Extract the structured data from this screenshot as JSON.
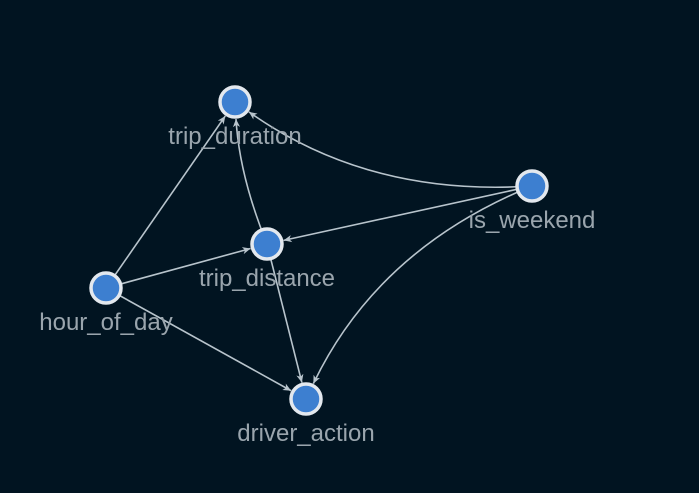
{
  "graph": {
    "background_color": "#011421",
    "node_color": "#3d7fd0",
    "node_ring_color": "#e3e8ee",
    "edge_color": "#b8c4cc",
    "label_color": "#9aa5ad",
    "nodes": [
      {
        "id": "trip_duration",
        "label": "trip_duration"
      },
      {
        "id": "is_weekend",
        "label": "is_weekend"
      },
      {
        "id": "trip_distance",
        "label": "trip_distance"
      },
      {
        "id": "hour_of_day",
        "label": "hour_of_day"
      },
      {
        "id": "driver_action",
        "label": "driver_action"
      }
    ],
    "edges": [
      {
        "source": "hour_of_day",
        "target": "trip_duration"
      },
      {
        "source": "hour_of_day",
        "target": "trip_distance"
      },
      {
        "source": "hour_of_day",
        "target": "driver_action"
      },
      {
        "source": "trip_distance",
        "target": "trip_duration"
      },
      {
        "source": "trip_distance",
        "target": "driver_action"
      },
      {
        "source": "is_weekend",
        "target": "trip_duration"
      },
      {
        "source": "is_weekend",
        "target": "trip_distance"
      },
      {
        "source": "is_weekend",
        "target": "driver_action"
      }
    ]
  }
}
